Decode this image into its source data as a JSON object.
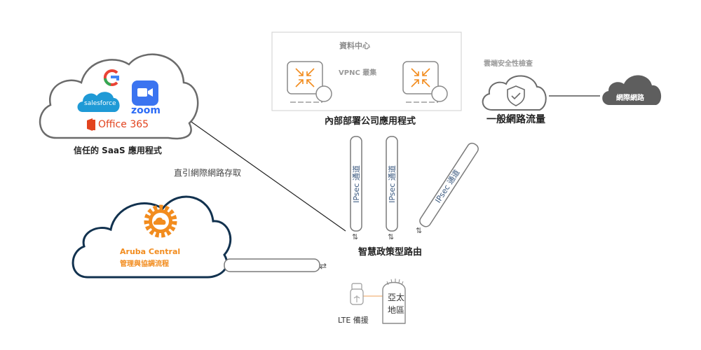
{
  "saas": {
    "caption": "信任的 SaaS 應用程式",
    "apps": {
      "google": "G",
      "salesforce": "salesforce",
      "zoom": "zoom",
      "office": "Office 365"
    }
  },
  "direct_internet": "直引網際網路存取",
  "datacenter": {
    "title": "資料中心",
    "cluster": "VPNC 叢集",
    "caption": "內部部署公司應用程式"
  },
  "cloud_security": {
    "title": "雲端安全性檢查",
    "caption": "一般網路流量",
    "internet": "網際網路"
  },
  "tunnels": [
    {
      "label": "IPsec 通道"
    },
    {
      "label": "IPsec 通道"
    },
    {
      "label": "IPsec 通道"
    }
  ],
  "router": {
    "caption": "智慧政策型路由"
  },
  "central": {
    "title": "Aruba Central",
    "subtitle": "管理與協調流程"
  },
  "lte": {
    "caption": "LTE 備援"
  },
  "region": {
    "line1": "亞太",
    "line2": "地區"
  },
  "colors": {
    "orange": "#f28c1e",
    "navy": "#12324f",
    "gray_stroke": "#6e6e6e",
    "dark_cloud": "#5e5e5e",
    "tunnel_text": "#3c5a80",
    "salesforce": "#1f9ad6",
    "zoom": "#2d6cf6",
    "office": "#e2431e"
  }
}
